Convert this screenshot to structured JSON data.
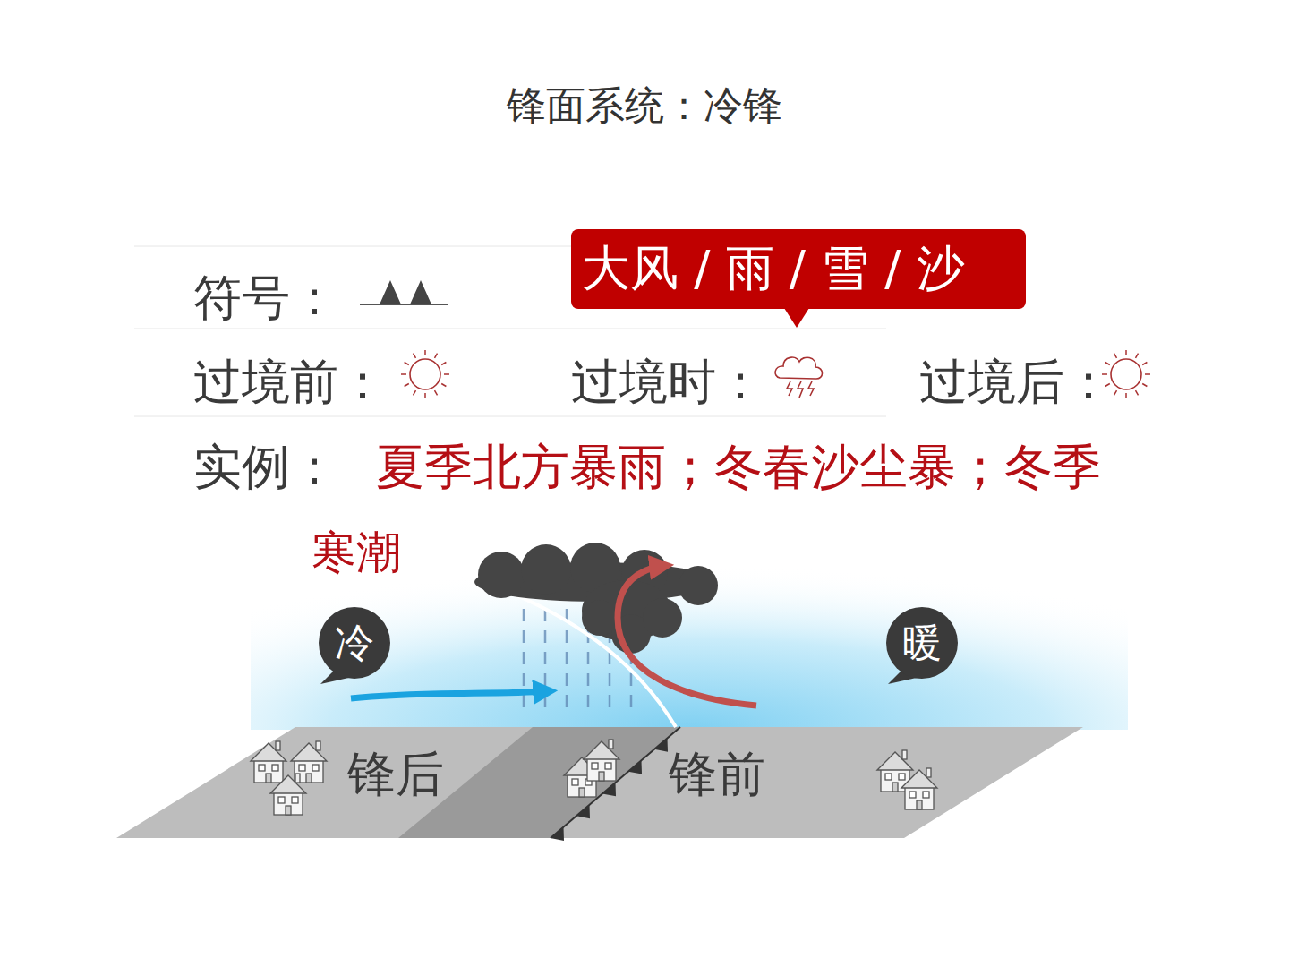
{
  "diagram": {
    "title": "锋面系统：冷锋",
    "nodes": [
      {
        "text": [
          "大风 / 雨 / 雪 / 沙"
        ]
      },
      {
        "text": [
          "冷"
        ]
      },
      {
        "text": [
          "暖"
        ]
      }
    ],
    "labels": [
      "符号：",
      "过境前：",
      "过境时：",
      "过境后：",
      "实例：",
      "夏季北方暴雨；冬春沙尘暴；冬季",
      "寒潮",
      "锋后",
      "锋前"
    ]
  }
}
